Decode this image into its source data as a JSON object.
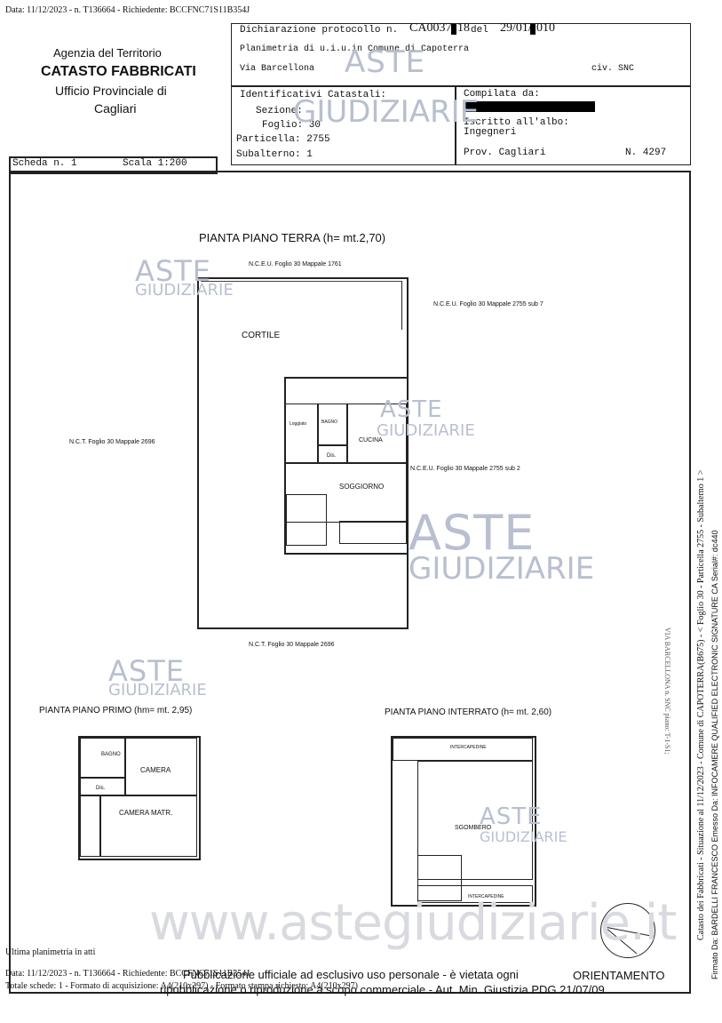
{
  "top_header": "Data: 11/12/2023 - n. T136664 - Richiedente: BCCFNC71S11B354J",
  "agency": {
    "name": "Agenzia del Territorio",
    "title": "CATASTO FABBRICATI",
    "office": "Ufficio Provinciale di",
    "city": "Cagliari"
  },
  "declaration": {
    "protocol_label": "Dichiarazione protocollo n.",
    "protocol_value": "CA0037",
    "protocol_tail": "18",
    "del_label": "del",
    "date_part1": "29/01/",
    "date_part2": "010",
    "planimetria": "Planimetria di u.i.u.in Comune di Capoterra",
    "via": "Via Barcellona",
    "civ": "civ. SNC"
  },
  "identificativi": {
    "title": "Identificativi Catastali:",
    "sezione": "Sezione:",
    "foglio": "Foglio: 30",
    "particella": "Particella: 2755",
    "subalterno": "Subalterno: 1"
  },
  "compilata": {
    "title": "Compilata da:",
    "iscritto": "Iscritto all'albo:",
    "albo": "Ingegneri",
    "prov": "Prov. Cagliari",
    "numero": "N.  4297"
  },
  "scheda": {
    "label": "Scheda n. 1",
    "scala": "Scala 1:200"
  },
  "ground_floor": {
    "title": "PIANTA PIANO TERRA (h= mt.2,70)",
    "ref_top": "N.C.E.U. Foglio 30 Mappale 1761",
    "ref_right_top": "N.C.E.U. Foglio 30 Mappale 2755 sub 7",
    "ref_left": "N.C.T. Foglio 30 Mappale 2696",
    "ref_right_mid": "N.C.E.U. Foglio 30 Mappale 2755 sub 2",
    "ref_bottom": "N.C.T. Foglio 30 Mappale 2696",
    "cortile": "CORTILE",
    "loggiato": "Loggiato",
    "bagno": "BAGNO",
    "cucina": "CUCINA",
    "dis": "Dis.",
    "soggiorno": "SOGGIORNO"
  },
  "first_floor": {
    "title": "PIANTA PIANO PRIMO (hm= mt. 2,95)",
    "bagno": "BAGNO",
    "camera": "CAMERA",
    "dis": "Dis.",
    "camera_matr": "CAMERA MATR."
  },
  "basement": {
    "title": "PIANTA PIANO INTERRATO (h= mt. 2,60)",
    "intercapedine_top": "INTERCAPEDINE",
    "sgombero": "SGOMBERO",
    "intercapedine_bottom": "INTERCAPEDINE"
  },
  "orientamento": "ORIENTAMENTO",
  "watermark": {
    "aste": "ASTE",
    "giudiziarie": "GIUDIZIARIE",
    "site": "www.astegiudiziarie.it"
  },
  "footer": {
    "ultima": "Ultima planimetria in atti",
    "data_line": "Data: 11/12/2023 - n. T136664 - Richiedente: BCCFNC71S11B354J",
    "totale_line": "Totale schede: 1 - Formato di acquisizione: A4(210x297) - Formato stampa richiesto: A4(210x297)",
    "pub1": "Pubblicazione ufficiale ad esclusivo uso personale - è vietata ogni",
    "pub2": "ripubblicazione o riproduzione a scopo commerciale - Aut. Min. Giustizia PDG 21/07/09"
  },
  "side_texts": {
    "catasto": "Catasto dei Fabbricati - Situazione al 11/12/2023 - Comune di CAPOTERRA(B675) - < Foglio 30 - Particella  2755 - Subalterno 1 >",
    "via": "VIA BARCELLONA n. SNC piano: T-1-S1;",
    "firmato": "Firmato Da: BARDELLI FRANCESCO Emesso Da: INFOCAMERE QUALIFIED ELECTRONIC SIGNATURE CA Serial#: dc440"
  },
  "colors": {
    "watermark": "#b8bfcf",
    "line": "#222222"
  }
}
